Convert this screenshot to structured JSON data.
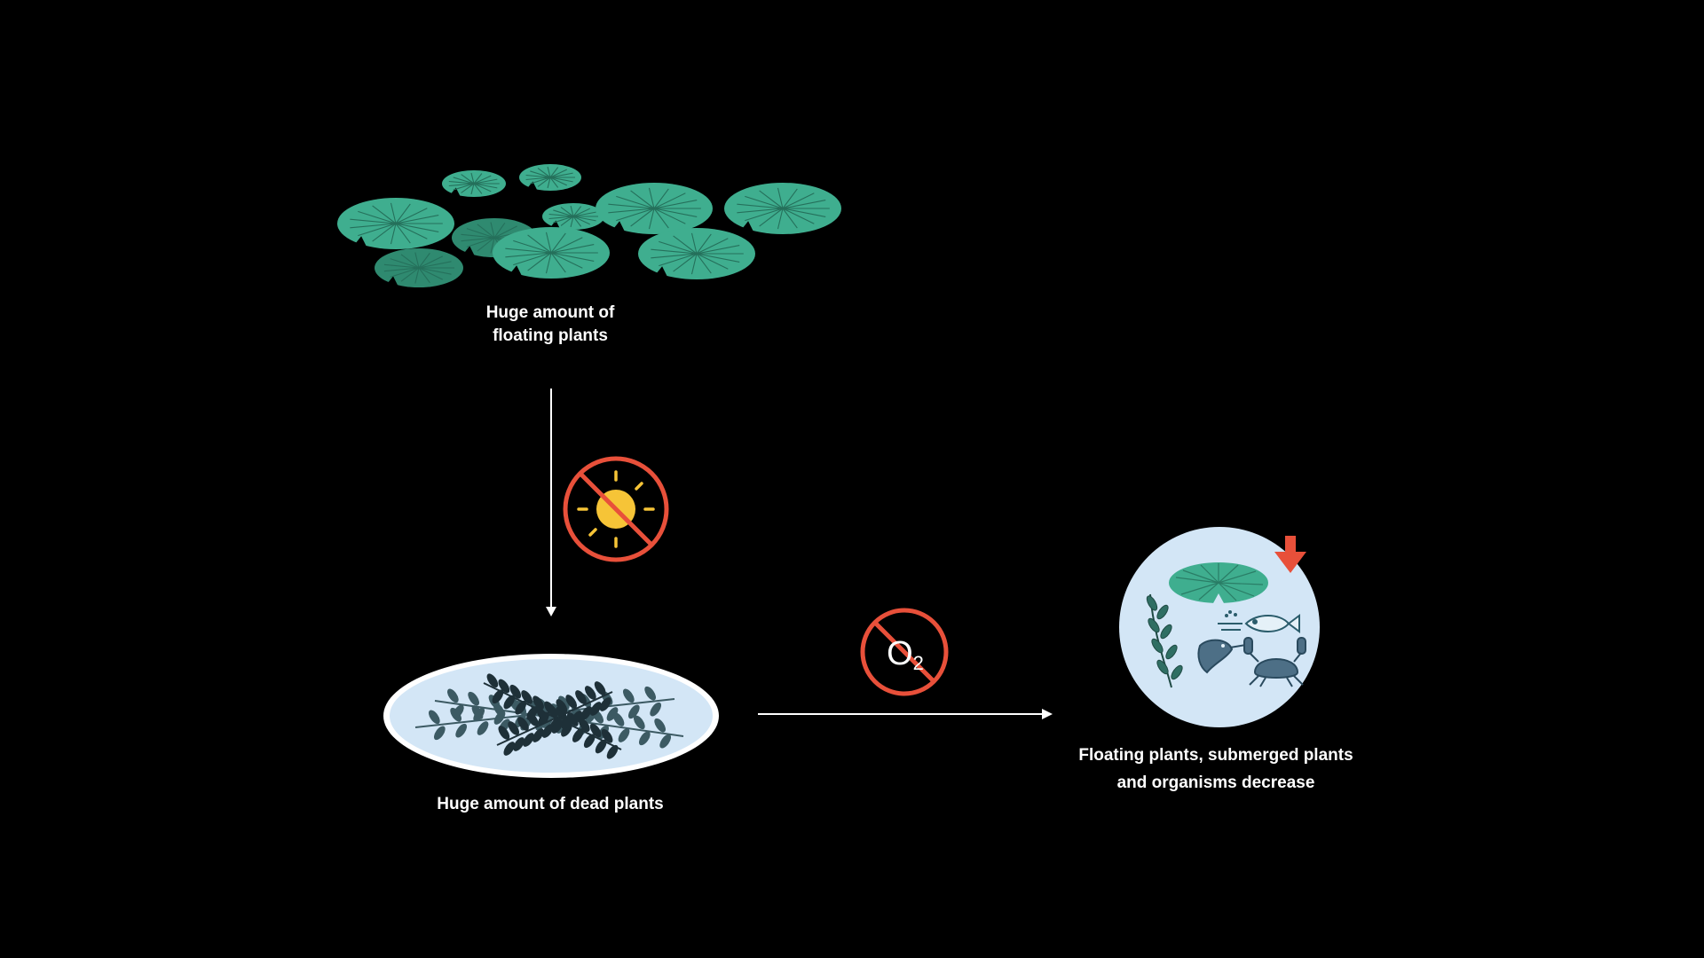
{
  "labels": {
    "floating_line1": "Huge amount of",
    "floating_line2": "floating plants",
    "dead": "Huge amount of dead plants",
    "decrease_line1": "Floating plants, submerged plants",
    "decrease_line2": "and organisms decrease"
  },
  "o2": {
    "symbol": "O",
    "subscript": "2"
  },
  "icons": {
    "lily_pads": "lily-pad-icon",
    "no_sun": "no-sunlight-icon",
    "no_oxygen": "no-oxygen-icon",
    "dead_plants": "dead-plant-icon",
    "ecosystem": "pond-ecosystem-icon",
    "decrease": "down-arrow-icon"
  },
  "colors": {
    "background": "#000000",
    "lily_light": "#3fae8f",
    "lily_dark": "#2f8a70",
    "prohibit": "#e8503a",
    "sun": "#f6c437",
    "pond": "#d3e6f6",
    "dead_plant": "#1f3a44",
    "ecosystem_bg": "#d3e6f6",
    "arrow": "#ffffff"
  }
}
